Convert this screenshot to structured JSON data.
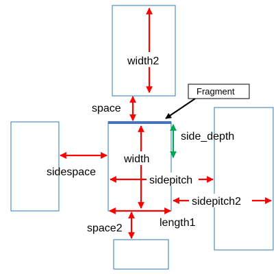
{
  "labels": {
    "width2": "width2",
    "space": "space",
    "fragment": "Fragment",
    "side_depth": "side_depth",
    "width": "width",
    "sidespace": "sidespace",
    "sidepitch": "sidepitch",
    "sidepitch2": "sidepitch2",
    "space2": "space2",
    "length1": "length1"
  },
  "colors": {
    "rect_stroke": "#2E75B6",
    "fragment_bar": "#4472C4",
    "arrow_red": "#FF0000",
    "arrow_green": "#00A650",
    "pointer": "#000000"
  }
}
